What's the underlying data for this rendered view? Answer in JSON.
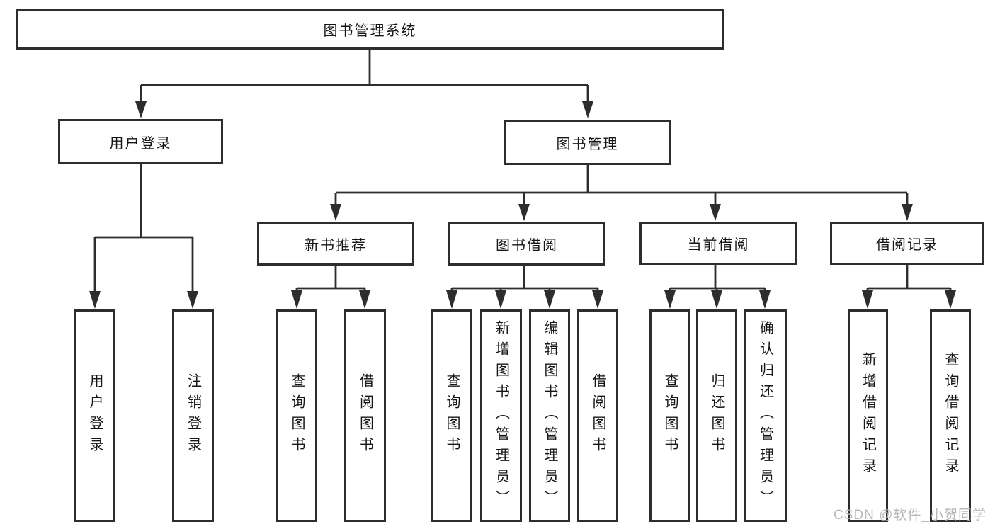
{
  "diagram": {
    "title": "图书管理系统",
    "root": {
      "label": "图书管理系统"
    },
    "user_login": {
      "label": "用户登录",
      "children": [
        {
          "label": "用户登录"
        },
        {
          "label": "注销登录"
        }
      ]
    },
    "book_management": {
      "label": "图书管理",
      "children": [
        {
          "label": "新书推荐",
          "children": [
            {
              "label": "查询图书"
            },
            {
              "label": "借阅图书"
            }
          ]
        },
        {
          "label": "图书借阅",
          "children": [
            {
              "label": "查询图书"
            },
            {
              "label": "新增图书（管理员）"
            },
            {
              "label": "编辑图书（管理员）"
            },
            {
              "label": "借阅图书"
            }
          ]
        },
        {
          "label": "当前借阅",
          "children": [
            {
              "label": "查询图书"
            },
            {
              "label": "归还图书"
            },
            {
              "label": "确认归还（管理员）"
            }
          ]
        },
        {
          "label": "借阅记录",
          "children": [
            {
              "label": "新增借阅记录"
            },
            {
              "label": "查询借阅记录"
            }
          ]
        }
      ]
    },
    "colors": {
      "line": "#2d2d2d",
      "box_border": "#2d2d2d",
      "background": "#ffffff",
      "watermark": "#b2b2b2"
    }
  },
  "watermark": "CSDN @软件_小贺同学"
}
